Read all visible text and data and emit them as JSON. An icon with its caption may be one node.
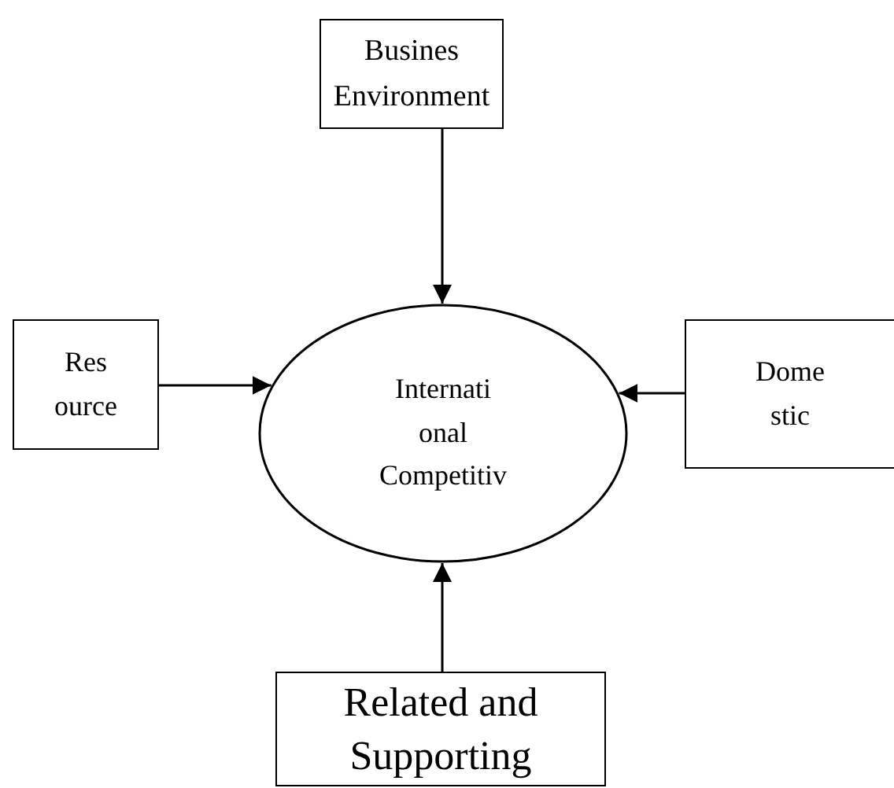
{
  "diagram": {
    "nodes": [
      {
        "text": [
          "Busines Environment"
        ]
      },
      {
        "text": [
          "Res ource"
        ]
      },
      {
        "text": [
          "Internati onal Competitiv"
        ]
      },
      {
        "text": [
          "Dome stic"
        ]
      },
      {
        "text": [
          "Related and Supporting"
        ]
      }
    ],
    "edges": [
      {
        "from": 0,
        "to": 2,
        "arrow": "to"
      },
      {
        "from": 1,
        "to": 2,
        "arrow": "to"
      },
      {
        "from": 3,
        "to": 2,
        "arrow": "to"
      },
      {
        "from": 4,
        "to": 2,
        "arrow": "to"
      }
    ]
  }
}
